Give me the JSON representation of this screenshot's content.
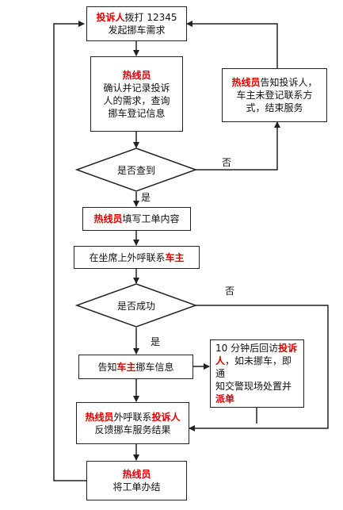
{
  "nodes": {
    "n1": {
      "hl": "投诉人",
      "text": "拨打 12345",
      "line2": "发起挪车需求"
    },
    "n2": {
      "hl": "热线员",
      "line1": "确认并记录投诉",
      "line2": "人的需求，查询",
      "line3": "挪车登记信息"
    },
    "n_right": {
      "hl": "热线员",
      "line1": "告知投诉人，",
      "line2": "车主未登记联系方",
      "line3": "式，结束服务"
    },
    "d1": {
      "text": "是否查到"
    },
    "n3": {
      "hl": "热线员",
      "text": "填写工单内容"
    },
    "n4": {
      "text": "在坐席上外呼联系",
      "hl": "车主"
    },
    "d2": {
      "text": "是否成功"
    },
    "n5": {
      "text_before": "告知",
      "hl": "车主",
      "text_after": "挪车信息"
    },
    "n_callback": {
      "line1a": "10 分钟后回访",
      "line1hl": "投诉",
      "line2hl": "人",
      "line2b": "，如未挪车，即通",
      "line3": "知交警现场处置并",
      "line4hl": "派单"
    },
    "n6": {
      "hl1": "热线员",
      "mid": "外呼联系",
      "hl2": "投诉人",
      "line2": "反馈挪车服务结果"
    },
    "n7": {
      "hl": "热线员",
      "line2": "将工单办结"
    }
  },
  "edge_labels": {
    "no1": "否",
    "yes1": "是",
    "no2": "否",
    "yes2": "是"
  },
  "colors": {
    "highlight": "#e00000",
    "line": "#222222"
  }
}
